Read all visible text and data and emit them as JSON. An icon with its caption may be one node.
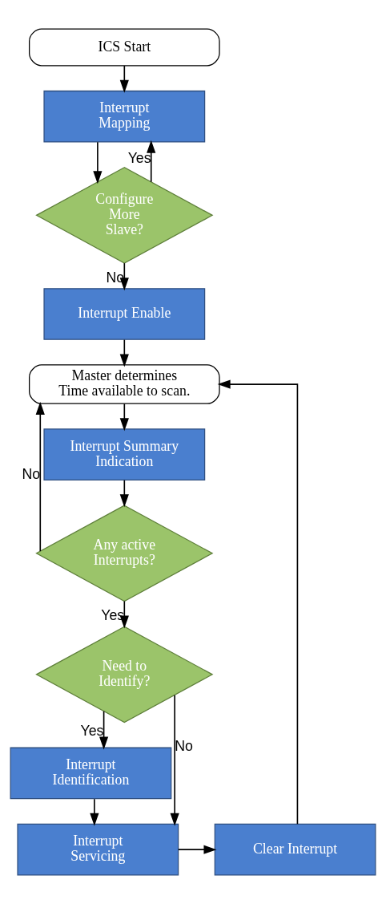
{
  "diagram": {
    "nodes": [
      {
        "text": [
          "ICS Start"
        ]
      },
      {
        "text": [
          "Interrupt Mapping"
        ]
      },
      {
        "text": [
          "Configure More Slave?"
        ]
      },
      {
        "text": [
          "Interrupt Enable"
        ]
      },
      {
        "text": [
          "Master determines Time available to scan."
        ]
      },
      {
        "text": [
          "Interrupt Summary Indication"
        ]
      },
      {
        "text": [
          "Any active Interrupts?"
        ]
      },
      {
        "text": [
          "Need to Identify?"
        ]
      },
      {
        "text": [
          "Interrupt Identification"
        ]
      },
      {
        "text": [
          "Interrupt Servicing"
        ]
      },
      {
        "text": [
          "Clear Interrupt"
        ]
      }
    ],
    "edges": [
      {
        "from": 0,
        "to": 1,
        "arrow": "to"
      },
      {
        "from": 1,
        "to": 2,
        "arrow": "to"
      },
      {
        "from": 2,
        "to": 1,
        "arrow": "to",
        "label": "Yes"
      },
      {
        "from": 2,
        "to": 3,
        "arrow": "to",
        "label": "No"
      },
      {
        "from": 3,
        "to": 4,
        "arrow": "to"
      },
      {
        "from": 4,
        "to": 5,
        "arrow": "to"
      },
      {
        "from": 5,
        "to": 6,
        "arrow": "to"
      },
      {
        "from": 6,
        "to": 4,
        "arrow": "to",
        "label": "No"
      },
      {
        "from": 6,
        "to": 7,
        "arrow": "to",
        "label": "Yes"
      },
      {
        "from": 7,
        "to": 8,
        "arrow": "to",
        "label": "Yes"
      },
      {
        "from": 7,
        "to": 9,
        "arrow": "to",
        "label": "No"
      },
      {
        "from": 8,
        "to": 9,
        "arrow": "to"
      },
      {
        "from": 9,
        "to": 10,
        "arrow": "to"
      },
      {
        "from": 10,
        "to": 4,
        "arrow": "to"
      }
    ]
  }
}
